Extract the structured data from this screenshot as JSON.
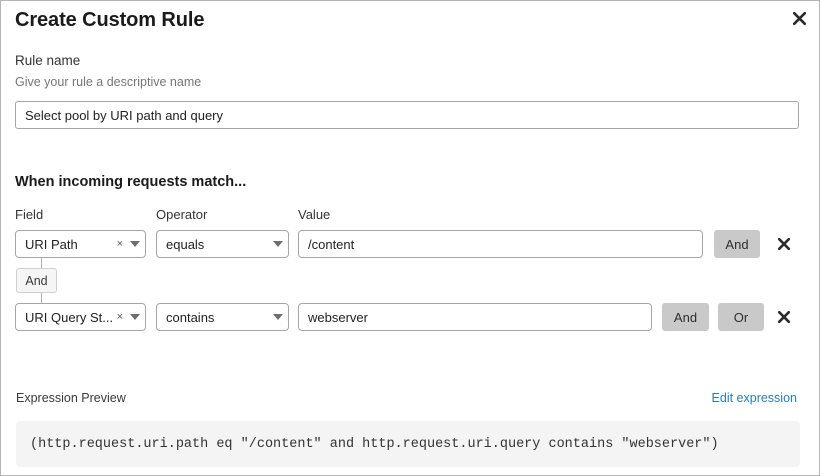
{
  "dialog": {
    "title": "Create Custom Rule",
    "close_icon": "close-icon"
  },
  "rule_name": {
    "label": "Rule name",
    "help": "Give your rule a descriptive name",
    "value": "Select pool by URI path and query",
    "placeholder": "Rule name"
  },
  "conditions": {
    "heading": "When incoming requests match...",
    "columns": {
      "field": "Field",
      "operator": "Operator",
      "value": "Value"
    },
    "connector": {
      "label": "And"
    },
    "rows": [
      {
        "field": "URI Path",
        "clear_icon": "×",
        "operator": "equals",
        "value": "/content",
        "value_placeholder": "Value",
        "buttons": [
          "And"
        ],
        "remove_icon": "close-icon"
      },
      {
        "field": "URI Query St...",
        "clear_icon": "×",
        "operator": "contains",
        "value": "webserver",
        "value_placeholder": "Value",
        "buttons": [
          "And",
          "Or"
        ],
        "remove_icon": "close-icon"
      }
    ]
  },
  "expression": {
    "label": "Expression Preview",
    "edit_link": "Edit expression",
    "code": "(http.request.uri.path eq \"/content\" and http.request.uri.query contains \"webserver\")"
  },
  "colors": {
    "link": "#2c7cb8",
    "logic_button_bg": "#c9c9c9",
    "code_bg": "#f4f4f4",
    "border": "#a6a6a6"
  }
}
